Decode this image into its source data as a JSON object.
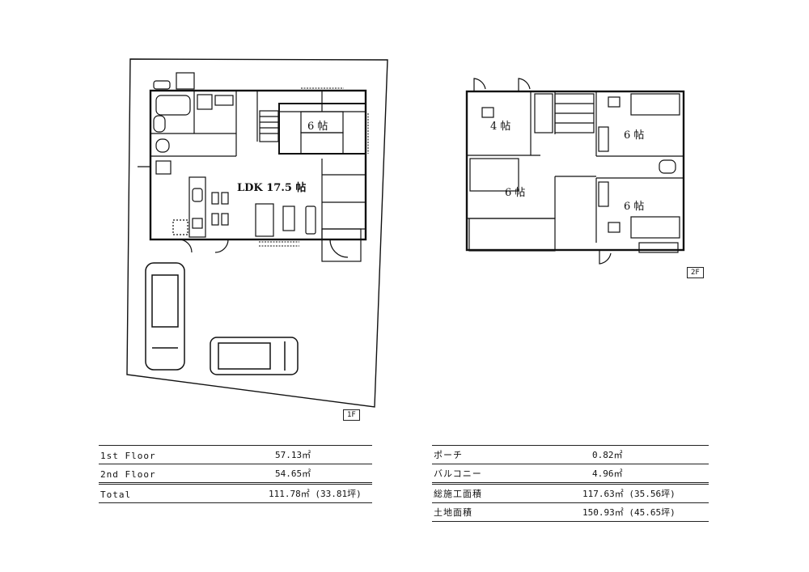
{
  "floor_plan_1f": {
    "tag": "1F",
    "rooms": [
      {
        "name": "LDK 17.5 帖"
      },
      {
        "name": "6 帖"
      }
    ]
  },
  "floor_plan_2f": {
    "tag": "2F",
    "rooms": [
      {
        "name": "4 帖"
      },
      {
        "name": "6 帖"
      },
      {
        "name": "6 帖"
      },
      {
        "name": "6 帖"
      }
    ]
  },
  "area_table_left": {
    "rows": [
      {
        "label": "1st Floor",
        "value": "57.13㎡"
      },
      {
        "label": "2nd Floor",
        "value": "54.65㎡"
      },
      {
        "label": "Total",
        "value": "111.78㎡ (33.81坪)"
      }
    ]
  },
  "area_table_right": {
    "rows": [
      {
        "label": "ポーチ",
        "value": "0.82㎡"
      },
      {
        "label": "バルコニー",
        "value": "4.96㎡"
      },
      {
        "label": "総施工面積",
        "value": "117.63㎡ (35.56坪)"
      },
      {
        "label": "土地面積",
        "value": "150.93㎡ (45.65坪)"
      }
    ]
  }
}
